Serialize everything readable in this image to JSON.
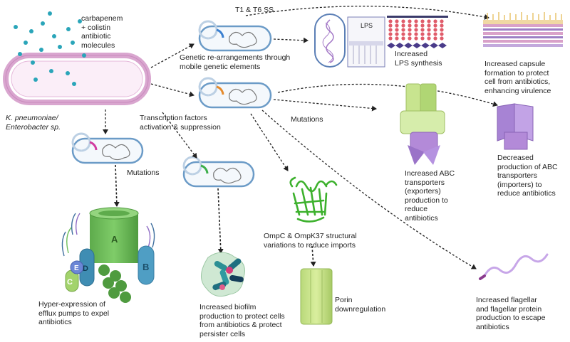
{
  "labels": {
    "molecules": [
      "carbapenem",
      "+ colistin",
      "antibiotic",
      "molecules"
    ],
    "organism": [
      "K. pneumoniae/",
      "Enterobacter sp."
    ],
    "t1t6": "T1 & T6 SS",
    "lps_box": "LPS",
    "genetic": [
      "Genetic re-arrangements through",
      "mobile genetic elements"
    ],
    "lps_synthesis": [
      "Increased",
      "LPS synthesis"
    ],
    "capsule": [
      "Increased capsule",
      "formation to protect",
      "cell from antibiotics,",
      "enhancing virulence"
    ],
    "transcription": [
      "Transcription factors",
      "activation & suppression"
    ],
    "mutations_left": "Mutations",
    "mutations_mid": "Mutations",
    "abc_exporters": [
      "Increased ABC",
      "transporters",
      "(exporters)",
      "production to",
      "reduce",
      "antibiotics"
    ],
    "abc_importers": [
      "Decreased",
      "production of ABC",
      "transporters",
      "(importers) to",
      "reduce antibiotics"
    ],
    "omp": [
      "OmpC & OmpK37 structural",
      "variations to reduce imports"
    ],
    "porin": [
      "Porin",
      "downregulation"
    ],
    "efflux": [
      "Hyper-expression of",
      "efflux pumps to expel",
      "antibiotics"
    ],
    "biofilm": [
      "Increased biofilm",
      "production to protect cells",
      "from antibiotics & protect",
      "persister cells"
    ],
    "flagellar": [
      "Increased flagellar",
      "and flagellar protein",
      "production to escape",
      "antibiotics"
    ],
    "pump_a": "A",
    "pump_b": "B",
    "pump_c": "C",
    "pump_d": "D",
    "pump_e": "E"
  },
  "colors": {
    "membrane_pink": "#e7a9d6",
    "cell_outline_blue": "#6b9bc7",
    "molecule_teal": "#2aa5b9",
    "pump_green": "#6fbf5c",
    "pump_blue": "#4f9ec4",
    "abc_green": "#c3e08a",
    "abc_purple": "#b38ad8",
    "omp_green": "#3db12d",
    "capsule_orange": "#e3b54a",
    "lps_red": "#e05c6a",
    "arrow": "#222222"
  }
}
